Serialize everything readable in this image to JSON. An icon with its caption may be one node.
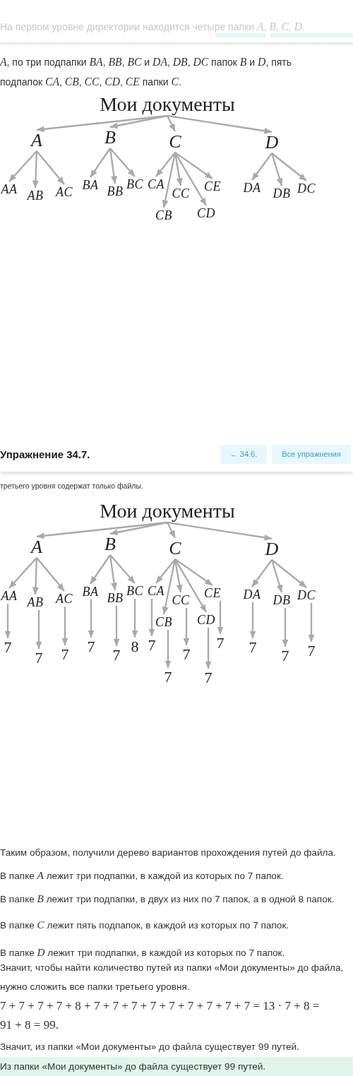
{
  "diagram": {
    "nodes": [
      {
        "text": [
          "Мои документы"
        ]
      },
      {
        "text": [
          "A"
        ]
      },
      {
        "text": [
          "B"
        ]
      },
      {
        "text": [
          "C"
        ]
      },
      {
        "text": [
          "D"
        ]
      },
      {
        "text": [
          "AA"
        ]
      },
      {
        "text": [
          "AB"
        ]
      },
      {
        "text": [
          "AC"
        ]
      },
      {
        "text": [
          "BA"
        ]
      },
      {
        "text": [
          "BB"
        ]
      },
      {
        "text": [
          "BC"
        ]
      },
      {
        "text": [
          "CA"
        ]
      },
      {
        "text": [
          "CB"
        ]
      },
      {
        "text": [
          "CC"
        ]
      },
      {
        "text": [
          "CD"
        ]
      },
      {
        "text": [
          "CE"
        ]
      },
      {
        "text": [
          "DA"
        ]
      },
      {
        "text": [
          "DB"
        ]
      },
      {
        "text": [
          "DC"
        ]
      },
      {
        "text": [
          "Упражнение 34.7."
        ]
      },
      {
        "text": [
          "← 34.6."
        ],
        "in": 19
      },
      {
        "text": [
          "Все упражнения"
        ],
        "in": 19
      },
      {
        "text": [
          "Мои документы"
        ]
      },
      {
        "text": [
          "A"
        ]
      },
      {
        "text": [
          "B"
        ]
      },
      {
        "text": [
          "C"
        ]
      },
      {
        "text": [
          "D"
        ]
      },
      {
        "text": [
          "AA"
        ]
      },
      {
        "text": [
          "AB"
        ]
      },
      {
        "text": [
          "AC"
        ]
      },
      {
        "text": [
          "BA"
        ]
      },
      {
        "text": [
          "BB"
        ]
      },
      {
        "text": [
          "BC"
        ]
      },
      {
        "text": [
          "CA"
        ]
      },
      {
        "text": [
          "CB"
        ]
      },
      {
        "text": [
          "CC"
        ]
      },
      {
        "text": [
          "CD"
        ]
      },
      {
        "text": [
          "CE"
        ]
      },
      {
        "text": [
          "DA"
        ]
      },
      {
        "text": [
          "DB"
        ]
      },
      {
        "text": [
          "DC"
        ]
      },
      {
        "text": [
          "7"
        ]
      },
      {
        "text": [
          "7"
        ]
      },
      {
        "text": [
          "7"
        ]
      },
      {
        "text": [
          "7"
        ]
      },
      {
        "text": [
          "7"
        ]
      },
      {
        "text": [
          "8"
        ]
      },
      {
        "text": [
          "7"
        ]
      },
      {
        "text": [
          "7"
        ]
      },
      {
        "text": [
          "7"
        ]
      },
      {
        "text": [
          "7"
        ]
      },
      {
        "text": [
          "7"
        ]
      },
      {
        "text": [
          "7"
        ]
      },
      {
        "text": [
          "7"
        ]
      },
      {
        "text": [
          "7"
        ]
      },
      {
        "text": [
          "Из папки «Мои документы» до файла существует 99 путей."
        ]
      }
    ],
    "edges": [
      {
        "from": 0,
        "to": 1,
        "arrow": "to"
      },
      {
        "from": 0,
        "to": 2,
        "arrow": "to"
      },
      {
        "from": 0,
        "to": 3,
        "arrow": "to"
      },
      {
        "from": 0,
        "to": 4,
        "arrow": "to"
      },
      {
        "from": 1,
        "to": 5,
        "arrow": "to"
      },
      {
        "from": 1,
        "to": 6,
        "arrow": "to"
      },
      {
        "from": 1,
        "to": 7,
        "arrow": "to"
      },
      {
        "from": 2,
        "to": 8,
        "arrow": "to"
      },
      {
        "from": 2,
        "to": 9,
        "arrow": "to"
      },
      {
        "from": 2,
        "to": 10,
        "arrow": "to"
      },
      {
        "from": 3,
        "to": 11,
        "arrow": "to"
      },
      {
        "from": 3,
        "to": 12,
        "arrow": "to"
      },
      {
        "from": 3,
        "to": 13,
        "arrow": "to"
      },
      {
        "from": 3,
        "to": 14,
        "arrow": "to"
      },
      {
        "from": 3,
        "to": 15,
        "arrow": "to"
      },
      {
        "from": 4,
        "to": 16,
        "arrow": "to"
      },
      {
        "from": 4,
        "to": 17,
        "arrow": "to"
      },
      {
        "from": 4,
        "to": 18,
        "arrow": "to"
      },
      {
        "from": 22,
        "to": 23,
        "arrow": "to"
      },
      {
        "from": 22,
        "to": 24,
        "arrow": "to"
      },
      {
        "from": 22,
        "to": 25,
        "arrow": "to"
      },
      {
        "from": 22,
        "to": 26,
        "arrow": "to"
      },
      {
        "from": 23,
        "to": 27,
        "arrow": "to"
      },
      {
        "from": 23,
        "to": 28,
        "arrow": "to"
      },
      {
        "from": 23,
        "to": 29,
        "arrow": "to"
      },
      {
        "from": 24,
        "to": 30,
        "arrow": "to"
      },
      {
        "from": 24,
        "to": 31,
        "arrow": "to"
      },
      {
        "from": 24,
        "to": 32,
        "arrow": "to"
      },
      {
        "from": 25,
        "to": 33,
        "arrow": "to"
      },
      {
        "from": 25,
        "to": 34,
        "arrow": "to"
      },
      {
        "from": 25,
        "to": 35,
        "arrow": "to"
      },
      {
        "from": 25,
        "to": 36,
        "arrow": "to"
      },
      {
        "from": 25,
        "to": 37,
        "arrow": "to"
      },
      {
        "from": 26,
        "to": 38,
        "arrow": "to"
      },
      {
        "from": 26,
        "to": 39,
        "arrow": "to"
      },
      {
        "from": 26,
        "to": 40,
        "arrow": "to"
      },
      {
        "from": 27,
        "to": 41,
        "arrow": "to"
      },
      {
        "from": 28,
        "to": 42,
        "arrow": "to"
      },
      {
        "from": 29,
        "to": 43,
        "arrow": "to"
      },
      {
        "from": 30,
        "to": 44,
        "arrow": "to"
      },
      {
        "from": 31,
        "to": 45,
        "arrow": "to"
      },
      {
        "from": 32,
        "to": 46,
        "arrow": "to"
      },
      {
        "from": 33,
        "to": 47,
        "arrow": "to"
      },
      {
        "from": 34,
        "to": 48,
        "arrow": "to"
      },
      {
        "from": 35,
        "to": 49,
        "arrow": "to"
      },
      {
        "from": 36,
        "to": 50,
        "arrow": "to"
      },
      {
        "from": 37,
        "to": 51,
        "arrow": "to"
      },
      {
        "from": 38,
        "to": 52,
        "arrow": "to"
      },
      {
        "from": 39,
        "to": 53,
        "arrow": "to"
      },
      {
        "from": 40,
        "to": 54,
        "arrow": "to"
      }
    ],
    "labels": [
      "На первом уровне директории находится четыре папки *A*, *B*, *C*, *D*.",
      "*A*, по три подпапки *BA*, *BB*, *BC* и *DA*, *DB*, *DC* папок *B* и *D*, пять подпапок *CA*, *CB*, *CC*, *CD*, *CE* папки *C*.",
      "третьего уровня содержат только файлы.",
      "Таким образом, получили дерево вариантов прохождения путей до файла.",
      "В папке *A* лежит три подпапки, в каждой из которых по 7 папок.",
      "В папке *B* лежит три подпапки, в двух из них по 7 папок, а в одной 8 папок.",
      "В папке *C* лежит пять подпапок, в каждой из которых по 7 папок.",
      "В папке *D* лежит три подпапки, в каждой из которых по 7 папок.",
      "Значит, чтобы найти количество путей из папки «Мои документы» до файла, нужно сложить все папки третьего уровня.",
      "7 + 7 + 7 + 7 + 8 + 7 + 7 + 7 + 7 + 7 + 7 + 7 + 7 + 7 = 13 · 7 + 8 = 91 + 8 = 99.",
      "Значит, из папки «Мои документы» до файла существует 99 путей."
    ]
  }
}
